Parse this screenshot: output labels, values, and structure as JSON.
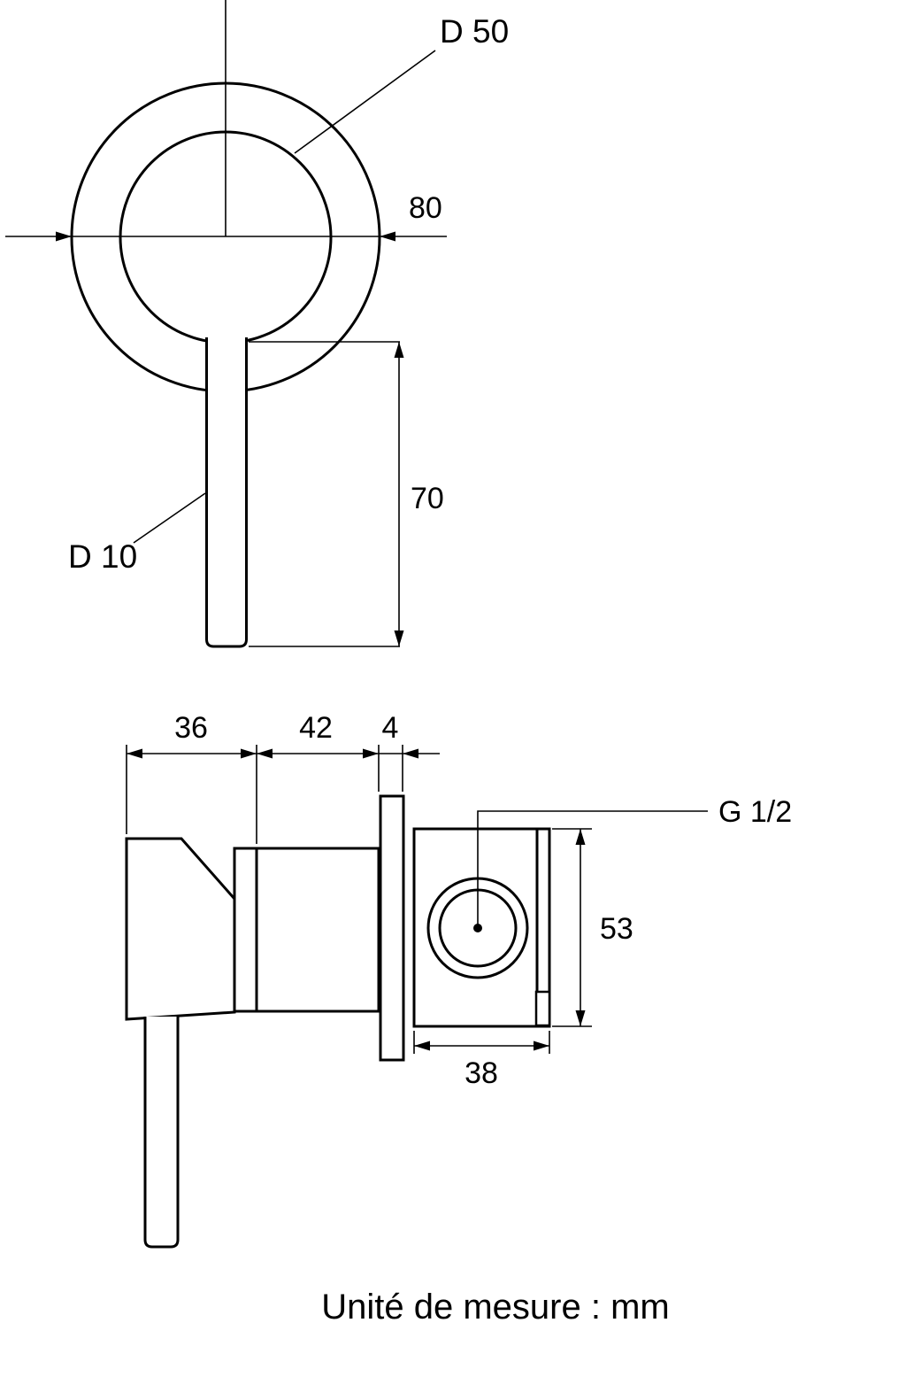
{
  "front_view": {
    "d50_label": "D 50",
    "width_label": "80",
    "length_label": "70",
    "d10_label": "D 10"
  },
  "side_view": {
    "handle_depth_label": "36",
    "body_depth_label": "42",
    "plate_thickness_label": "4",
    "thread_label": "G 1/2",
    "height_label": "53",
    "valve_depth_label": "38"
  },
  "footer": {
    "unit_note": "Unité de mesure : mm"
  },
  "colors": {
    "line": "#000000",
    "background": "#ffffff"
  }
}
